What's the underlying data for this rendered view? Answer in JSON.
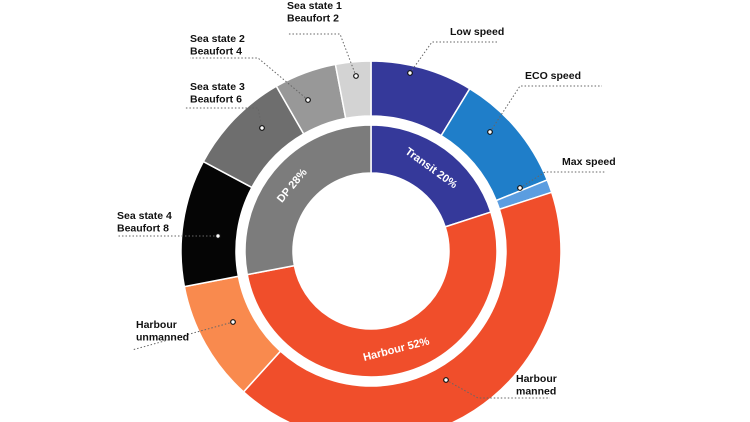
{
  "chart_data": {
    "type": "donut",
    "rings": [
      {
        "name": "inner",
        "segments": [
          {
            "label": "Transit 20%",
            "value": 20,
            "color": "#35399a"
          },
          {
            "label": "Harbour 52%",
            "value": 52,
            "color": "#f04e2b"
          },
          {
            "label": "DP 28%",
            "value": 28,
            "color": "#7c7c7c"
          }
        ]
      },
      {
        "name": "outer",
        "segments": [
          {
            "label": "Low speed",
            "value": 8.7,
            "color": "#35399a"
          },
          {
            "label": "ECO speed",
            "value": 10.2,
            "color": "#1f7ec9"
          },
          {
            "label": "Max speed",
            "value": 1.1,
            "color": "#5b9de0"
          },
          {
            "label": "Harbour manned",
            "value": 41.7,
            "color": "#f04e2b"
          },
          {
            "label": "Harbour unmanned",
            "value": 10.3,
            "color": "#f98a4e"
          },
          {
            "label": "Sea state 4 Beaufort 8",
            "value": 10.8,
            "color": "#050505"
          },
          {
            "label": "Sea state 3 Beaufort 6",
            "value": 8.9,
            "color": "#6e6e6e"
          },
          {
            "label": "Sea state 2 Beaufort 4",
            "value": 5.3,
            "color": "#989898"
          },
          {
            "label": "Sea state 1 Beaufort 2",
            "value": 3.0,
            "color": "#d3d3d3"
          }
        ]
      }
    ],
    "callouts": [
      {
        "lines": [
          "Sea state 1",
          "Beaufort 2"
        ]
      },
      {
        "lines": [
          "Sea state 2",
          "Beaufort 4"
        ]
      },
      {
        "lines": [
          "Sea state 3",
          "Beaufort 6"
        ]
      },
      {
        "lines": [
          "Sea state 4",
          "Beaufort 8"
        ]
      },
      {
        "lines": [
          "Harbour",
          "unmanned"
        ]
      },
      {
        "lines": [
          "Low speed"
        ]
      },
      {
        "lines": [
          "ECO speed"
        ]
      },
      {
        "lines": [
          "Max speed"
        ]
      },
      {
        "lines": [
          "Harbour",
          "manned"
        ]
      }
    ]
  }
}
